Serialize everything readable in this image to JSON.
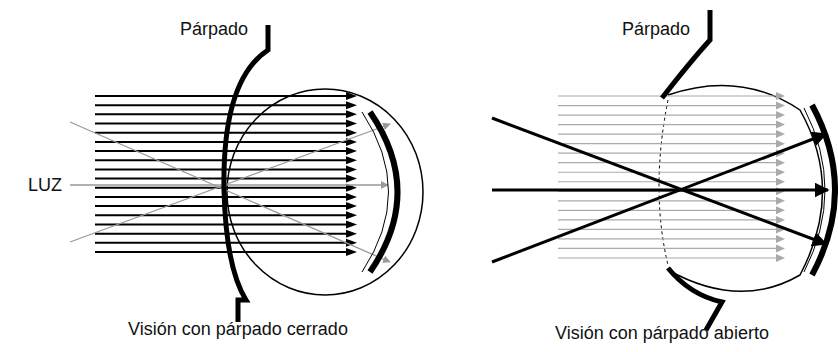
{
  "diagram": {
    "labels": [
      "Párpado",
      "LUZ",
      "Visión con párpado cerrado",
      "Párpado",
      "Visión con párpado abierto"
    ]
  }
}
